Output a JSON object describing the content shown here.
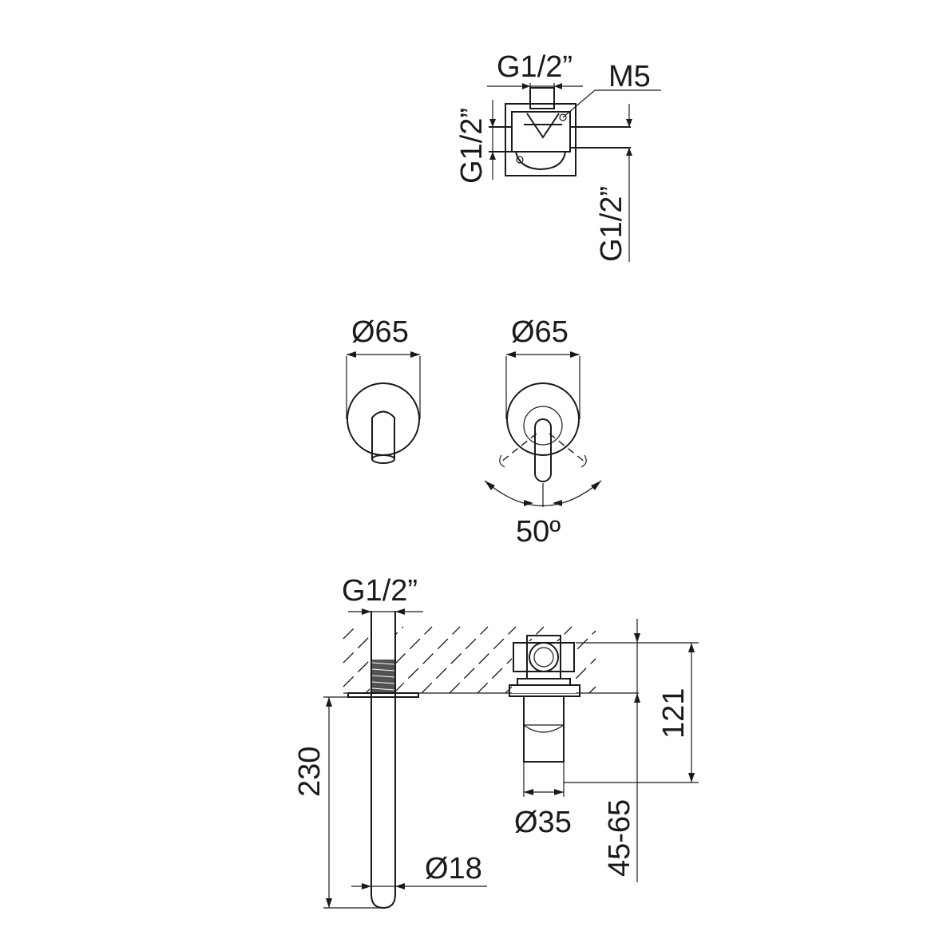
{
  "labels": {
    "top_inlet_thread": "G1/2”",
    "top_screw": "M5",
    "top_left_thread": "G1/2”",
    "top_right_thread": "G1/2”",
    "spout_front_diameter": "Ø65",
    "mixer_front_diameter": "Ø65",
    "lever_angle": "50º",
    "spout_side_thread": "G1/2”",
    "spout_length": "230",
    "spout_diameter": "Ø18",
    "body_depth": "121",
    "handle_diameter": "Ø35",
    "wall_depth_range": "45-65"
  },
  "colors": {
    "line": "#1a1a1a",
    "background": "#ffffff"
  }
}
